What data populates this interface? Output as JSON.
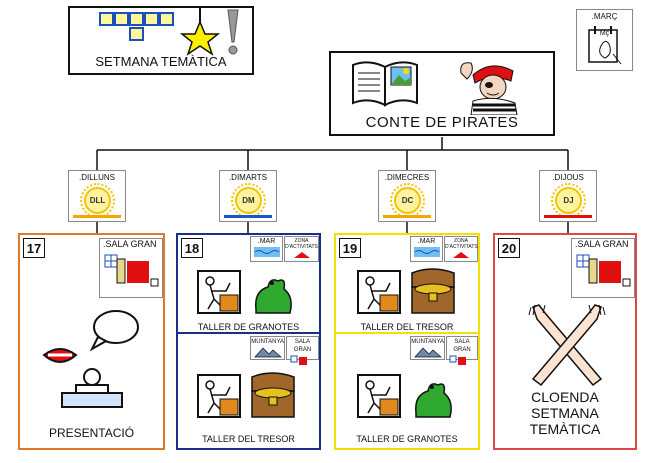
{
  "title": {
    "text": "SETMANA TEMÀTICA"
  },
  "story": {
    "text": "CONTE  DE  PIRATES"
  },
  "month": {
    "label": ".MARÇ",
    "abbr": "Mç"
  },
  "days": [
    {
      "label": ".DILLUNS",
      "abbr": "DLL",
      "bar_color": "#f5a400"
    },
    {
      "label": ".DIMARTS",
      "abbr": "DM",
      "bar_color": "#1a56c8"
    },
    {
      "label": ".DIMECRES",
      "abbr": "DC",
      "bar_color": "#f5a400"
    },
    {
      "label": ".DIJOUS",
      "abbr": "DJ",
      "bar_color": "#d11"
    }
  ],
  "columns": [
    {
      "number": "17",
      "border_color": "#e07a2a",
      "room_tag": ".SALA GRAN",
      "activity": "PRESENTACIÓ"
    },
    {
      "number": "18",
      "border_color": "#1a2f8a",
      "top": {
        "tag1": ".MAR",
        "tag2": "ZONA D'ACTIVITATS",
        "label": "TALLER DE GRANOTES"
      },
      "bottom": {
        "tag1": "MUNTANYA",
        "tag2": "SALA GRAN",
        "label": "TALLER  DEL  TRESOR"
      }
    },
    {
      "number": "19",
      "border_color": "#f2e000",
      "top": {
        "tag1": ".MAR",
        "tag2": "ZONA D'ACTIVITATS",
        "label": "TALLER  DEL  TRESOR"
      },
      "bottom": {
        "tag1": "MUNTANYA",
        "tag2": "SALA GRAN",
        "label": "TALLER   DE GRANOTES"
      }
    },
    {
      "number": "20",
      "border_color": "#e0454a",
      "room_tag": ".SALA GRAN",
      "activity_lines": [
        "CLOENDA",
        "SETMANA",
        "TEMÀTICA"
      ]
    }
  ]
}
